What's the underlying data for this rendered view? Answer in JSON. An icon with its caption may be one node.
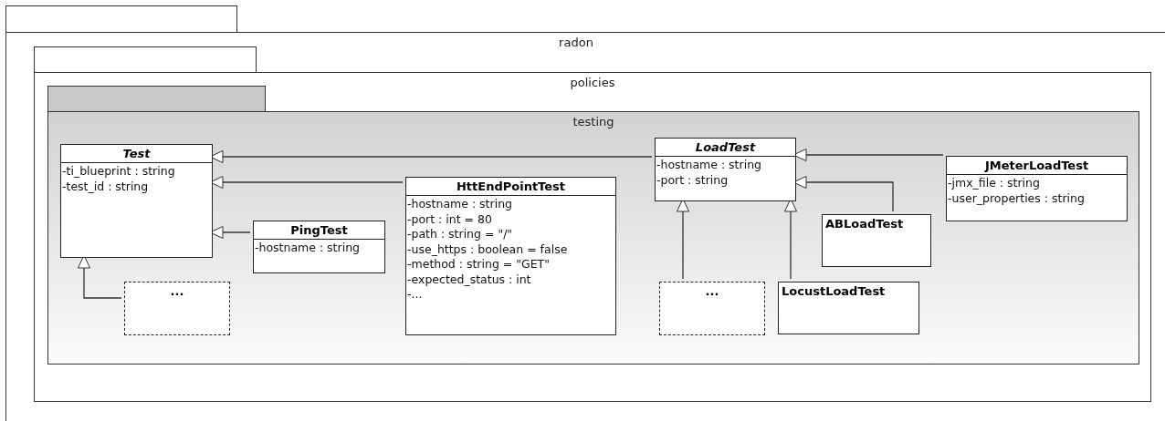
{
  "diagram": {
    "nodes": [
      {
        "text": [],
        "shape": "box"
      },
      {
        "text": [
          "radon"
        ]
      },
      {
        "text": [],
        "shape": "box",
        "in": 1
      },
      {
        "text": [
          "policies"
        ],
        "in": 1
      },
      {
        "text": [],
        "shape": "box",
        "in": 3
      },
      {
        "text": [
          "testing"
        ],
        "in": 3
      },
      {
        "text": [
          "Test",
          "-ti_blueprint : string",
          "-test_id : string"
        ],
        "in": 5
      },
      {
        "text": [
          "LoadTest",
          "-hostname : string",
          "-port : string"
        ],
        "in": 5
      },
      {
        "text": [
          "JMeterLoadTest",
          "-jmx_file : string",
          "-user_properties : string"
        ],
        "in": 5
      },
      {
        "text": [
          "HttEndPointTest",
          "-hostname : string",
          "-port : int = 80",
          "-path : string = \"/\"",
          "-use_https : boolean = false",
          "-method : string = \"GET\"",
          "-expected_status : int",
          "-..."
        ],
        "in": 5
      },
      {
        "text": [
          "PingTest",
          "-hostname : string"
        ],
        "in": 5
      },
      {
        "text": [
          "ABLoadTest"
        ],
        "in": 5
      },
      {
        "text": [
          "..."
        ],
        "in": 5
      },
      {
        "text": [
          "..."
        ],
        "in": 5
      },
      {
        "text": [
          "LocustLoadTest"
        ],
        "in": 5
      }
    ],
    "edges": [
      {
        "from": 7,
        "to": 6,
        "arrow": "to"
      },
      {
        "from": 9,
        "to": 6,
        "arrow": "to"
      },
      {
        "from": 10,
        "to": 6,
        "arrow": "to"
      },
      {
        "from": 12,
        "to": 6,
        "arrow": "to"
      },
      {
        "from": 8,
        "to": 7,
        "arrow": "to"
      },
      {
        "from": 11,
        "to": 7,
        "arrow": "to"
      },
      {
        "from": 13,
        "to": 7,
        "arrow": "to"
      },
      {
        "from": 14,
        "to": 7,
        "arrow": "to"
      }
    ]
  }
}
